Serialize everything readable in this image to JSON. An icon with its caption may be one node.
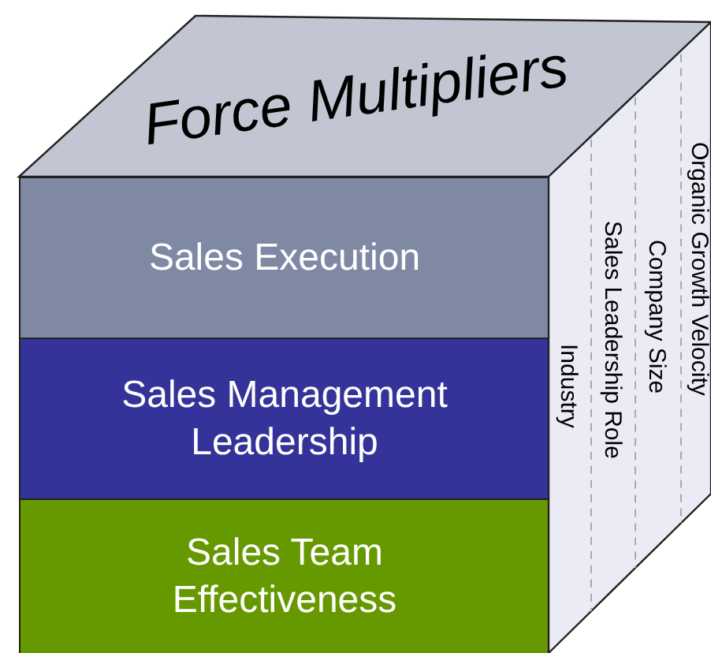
{
  "diagram": {
    "nodes": [
      {
        "text": [
          "Force Multipliers"
        ]
      },
      {
        "text": [
          "Sales Execution"
        ]
      },
      {
        "text": [
          "Sales Management Leadership"
        ]
      },
      {
        "text": [
          "Sales Team Effectiveness"
        ]
      },
      {
        "text": [
          "Organic Growth Velocity",
          "Company Size",
          "Sales Leadership Role",
          "Industry"
        ]
      }
    ],
    "edges": []
  }
}
